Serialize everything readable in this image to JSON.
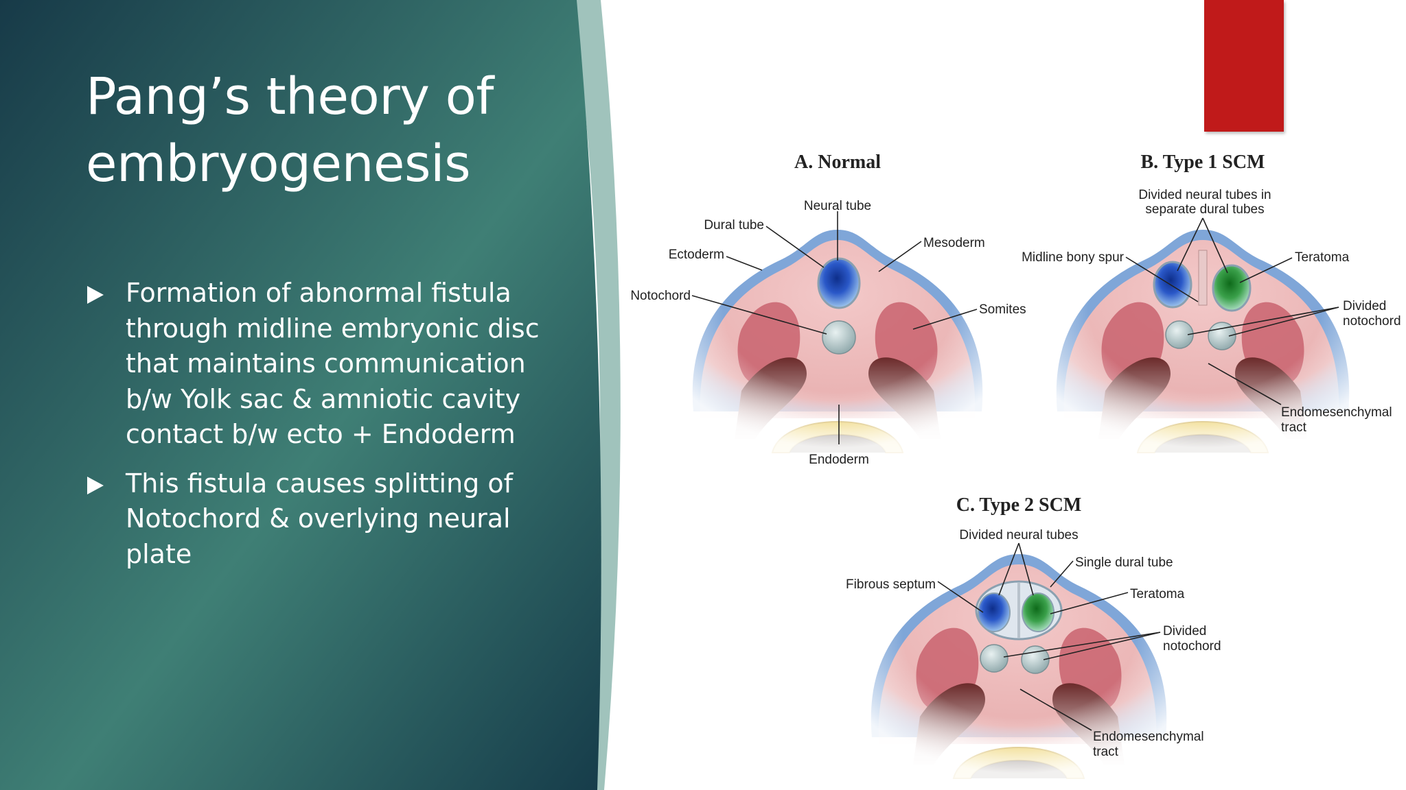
{
  "slide": {
    "title": "Pang’s theory of embryogenesis",
    "bullets": [
      "Formation of abnormal fistula through midline embryonic disc that maintains communication b/w Yolk sac & amniotic cavity contact b/w ecto + Endoderm",
      "This fistula causes splitting of Notochord & overlying neural plate"
    ],
    "colors": {
      "panel_dark": "#16424c",
      "panel_light": "#3e7f75",
      "accent": "#c01a1a",
      "text": "#ffffff"
    },
    "icons": {
      "bullet": "triangle-right-icon"
    }
  },
  "figure": {
    "panel_a": {
      "title": "A. Normal",
      "labels": {
        "neural_tube": "Neural tube",
        "dural_tube": "Dural tube",
        "ectoderm": "Ectoderm",
        "mesoderm": "Mesoderm",
        "notochord": "Notochord",
        "somites": "Somites",
        "endoderm": "Endoderm"
      }
    },
    "panel_b": {
      "title": "B. Type 1 SCM",
      "labels": {
        "divided_tubes_1": "Divided neural tubes in",
        "divided_tubes_2": "separate dural tubes",
        "bony_spur": "Midline bony spur",
        "teratoma": "Teratoma",
        "div_noto_1": "Divided",
        "div_noto_2": "notochord",
        "endo_1": "Endomesenchymal",
        "endo_2": "tract"
      }
    },
    "panel_c": {
      "title": "C. Type 2 SCM",
      "labels": {
        "divided_tubes": "Divided neural tubes",
        "single_dural": "Single dural tube",
        "fibrous_septum": "Fibrous septum",
        "teratoma": "Teratoma",
        "div_noto_1": "Divided",
        "div_noto_2": "notochord",
        "endo_1": "Endomesenchymal",
        "endo_2": "tract"
      }
    }
  }
}
